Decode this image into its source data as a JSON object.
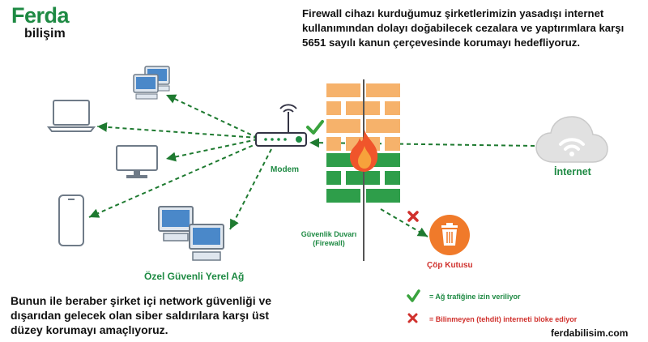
{
  "logo": {
    "brand": "Ferda",
    "sub": "bilişim"
  },
  "header_note": "Firewall cihazı kurduğumuz şirketlerimizin yasadışı internet kullanımından dolayı doğabilecek cezalara ve yaptırımlara karşı 5651 sayılı kanun çerçevesinde korumayı hedefliyoruz.",
  "footer_note": "Bunun ile beraber şirket içi network güvenliği ve dışarıdan gelecek olan siber saldırılara karşı üst düzey korumayı amaçlıyoruz.",
  "labels": {
    "modem": "Modem",
    "lan": "Özel Güvenli Yerel Ağ",
    "internet": "İnternet",
    "firewall_line1": "Güvenlik Duvarı",
    "firewall_line2": "(Firewall)",
    "trash": "Çöp Kutusu"
  },
  "legend": {
    "allow": "= Ağ trafiğine izin veriliyor",
    "block": "= Bilinmeyen (tehdit) interneti bloke ediyor"
  },
  "website": "ferdabilisim.com",
  "colors": {
    "brand_green": "#1e8a43",
    "brick_orange": "#f6b26b",
    "brick_green": "#2e9e4a",
    "red": "#d0312d",
    "trash_orange": "#f07a2a"
  },
  "icons": [
    "desktop-pair-icon",
    "laptop-icon",
    "monitor-icon",
    "phone-icon",
    "desktop-pair-large-icon",
    "router-icon",
    "check-icon",
    "firewall-icon",
    "flame-icon",
    "cloud-wifi-icon",
    "cross-icon",
    "trash-icon"
  ]
}
